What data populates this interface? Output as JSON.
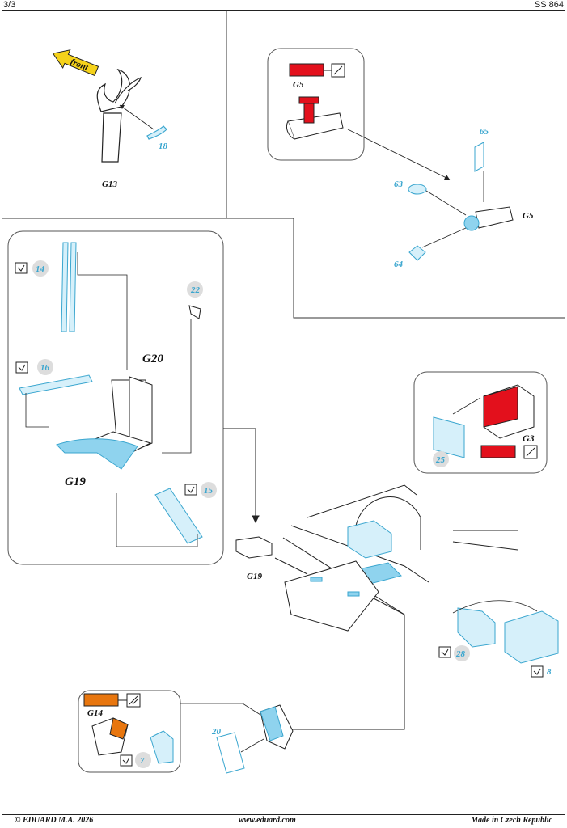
{
  "header": {
    "page": "3/3",
    "code": "SS 864"
  },
  "footer": {
    "copyright": "© EDUARD  M.A. 2026",
    "website": "www.eduard.com",
    "origin": "Made in Czech Republic"
  },
  "arrow_text": "front",
  "labels": {
    "g13": "G13",
    "p18": "18",
    "g5a": "G5",
    "g5b": "G5",
    "p65": "65",
    "p63": "63",
    "p64": "64",
    "p14": "14",
    "p16": "16",
    "p22": "22",
    "g20": "G20",
    "g19a": "G19",
    "p15": "15",
    "g3": "G3",
    "p25": "25",
    "g19b": "G19",
    "p28": "28",
    "p8": "8",
    "g14": "G14",
    "p7": "7",
    "p20": "20"
  },
  "colors": {
    "red": "#e3101c",
    "orange": "#e8760e",
    "cyan": "#8fd3ee",
    "cyan_dark": "#3aa6cf",
    "yellow": "#f5d21a",
    "light_cyan": "#d6f0fa"
  }
}
